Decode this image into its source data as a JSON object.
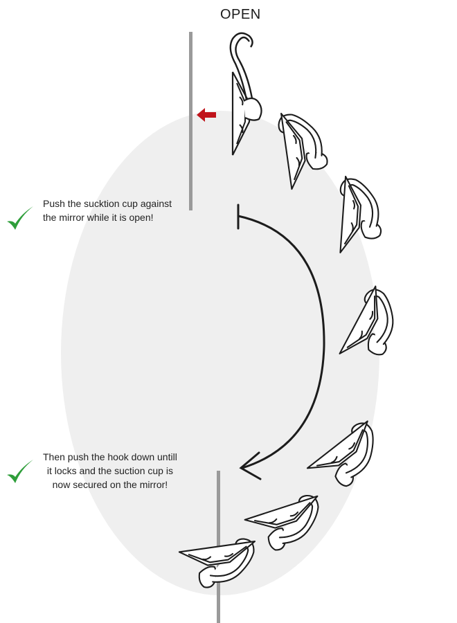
{
  "labels": {
    "open": "OPEN"
  },
  "steps": [
    {
      "text": "Push the sucktion cup against\nthe mirror while it is open!",
      "icon": "checkmark-icon"
    },
    {
      "text": "Then push the hook down untill\nit locks and the suction cup is\nnow secured on the mirror!",
      "icon": "checkmark-icon"
    }
  ],
  "colors": {
    "checkmark": "#2e9e3a",
    "arrow": "#c0141b",
    "background_circle": "#efefef",
    "mirror": "#9a9a9a",
    "outline": "#1c1c1c"
  },
  "icons": {
    "push_arrow": "arrow-left-icon",
    "rotation": "curved-arrow-icon",
    "hook": "suction-hook-icon"
  }
}
